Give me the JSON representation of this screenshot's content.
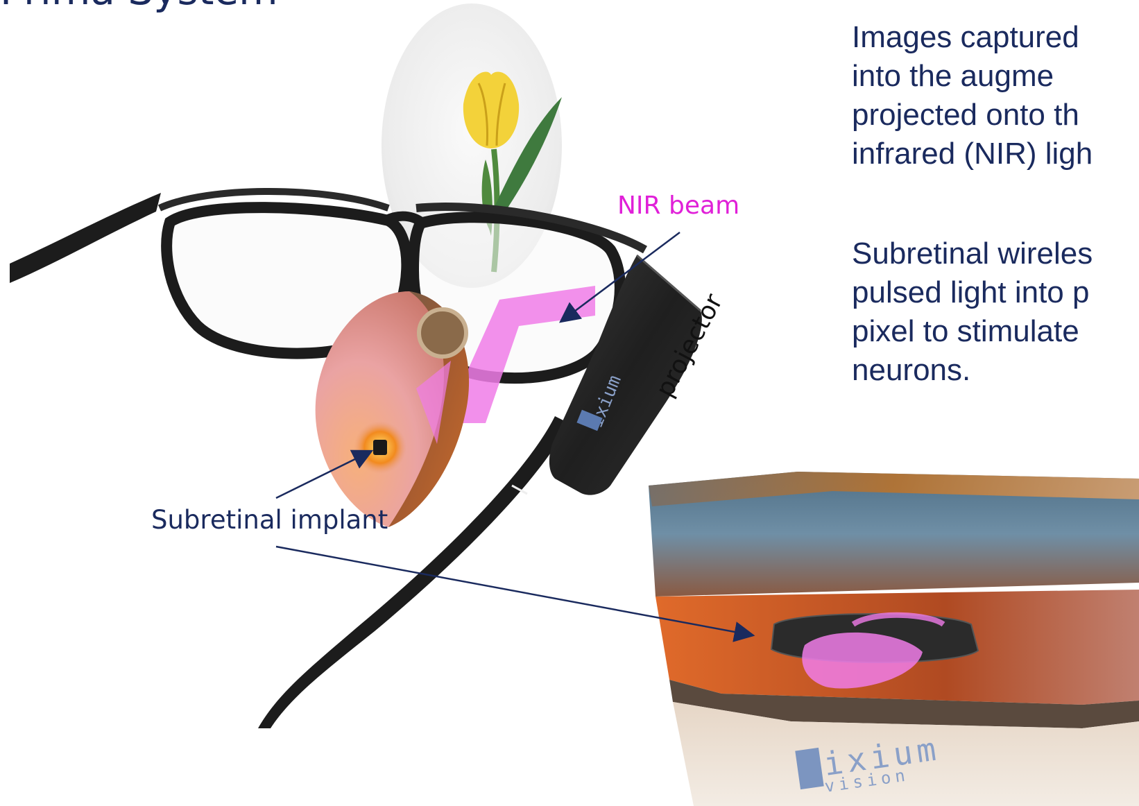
{
  "title": "Prima System",
  "paragraph1": [
    "Images captured",
    "into the augme",
    "projected onto th",
    "infrared (NIR) ligh"
  ],
  "paragraph2": [
    "Subretinal wireles",
    "pulsed light into p",
    "pixel to stimulate",
    "neurons."
  ],
  "labels": {
    "nir_beam": "NIR beam",
    "projector": "projector",
    "subretinal_implant": "Subretinal implant"
  },
  "logo": {
    "main": "ixium",
    "sub": "vision"
  },
  "colors": {
    "text": "#1a2a5e",
    "nir_label": "#e020d8",
    "beam": "#f07ce8",
    "frame": "#1c1c1c"
  }
}
